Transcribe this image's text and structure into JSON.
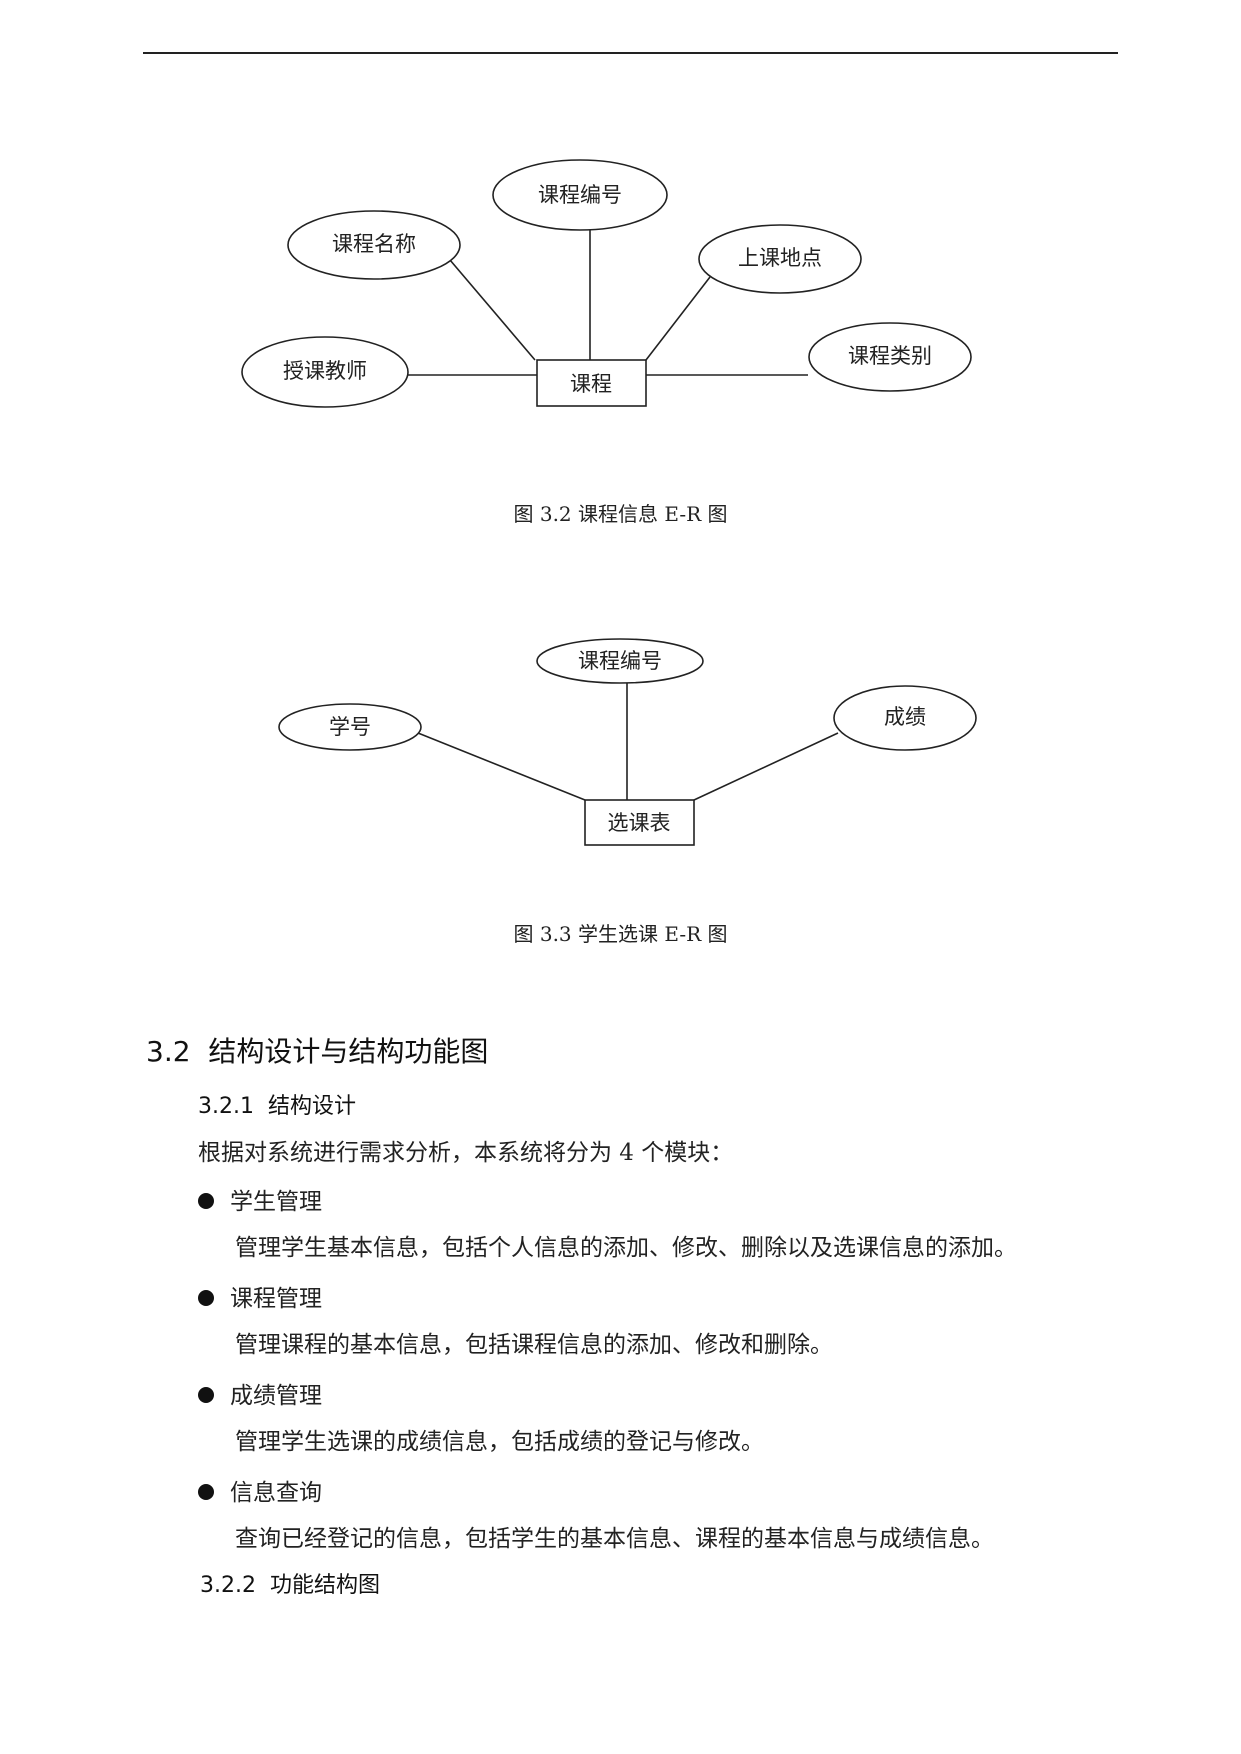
{
  "figures": [
    {
      "caption": "图 3.2  课程信息 E-R 图",
      "entity": "课程",
      "attributes": [
        "课程编号",
        "课程名称",
        "上课地点",
        "授课教师",
        "课程类别"
      ]
    },
    {
      "caption": "图 3.3  学生选课 E-R 图",
      "entity": "选课表",
      "attributes": [
        "课程编号",
        "学号",
        "成绩"
      ]
    }
  ],
  "section": {
    "heading": "3.2  结构设计与结构功能图",
    "sub1": "3.2.1  结构设计",
    "intro": "根据对系统进行需求分析，本系统将分为 4 个模块：",
    "modules": [
      {
        "name": "学生管理",
        "desc": "管理学生基本信息，包括个人信息的添加、修改、删除以及选课信息的添加。"
      },
      {
        "name": "课程管理",
        "desc": "管理课程的基本信息，包括课程信息的添加、修改和删除。"
      },
      {
        "name": "成绩管理",
        "desc": "管理学生选课的成绩信息，包括成绩的登记与修改。"
      },
      {
        "name": "信息查询",
        "desc": "查询已经登记的信息，包括学生的基本信息、课程的基本信息与成绩信息。"
      }
    ],
    "sub2": "3.2.2  功能结构图"
  }
}
